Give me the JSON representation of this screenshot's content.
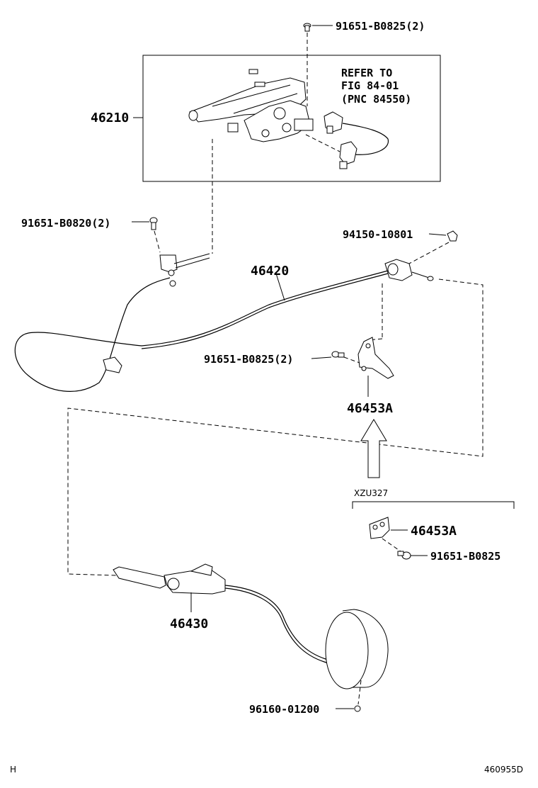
{
  "parts": {
    "bolt_top": "91651-B0825(2)",
    "lever_assy": "46210",
    "refer": [
      "REFER TO",
      "FIG 84-01",
      "(PNC 84550)"
    ],
    "bolt_left": "91651-B0820(2)",
    "nut": "94150-10801",
    "front_cable": "46420",
    "bolt_mid": "91651-B0825(2)",
    "bracket": "46453A",
    "variant_label": "XZU327",
    "bracket_variant": "46453A",
    "bolt_variant": "91651-B0825",
    "rear_cable": "46430",
    "clip": "96160-01200"
  },
  "footer": {
    "left": "H",
    "right": "460955D"
  }
}
